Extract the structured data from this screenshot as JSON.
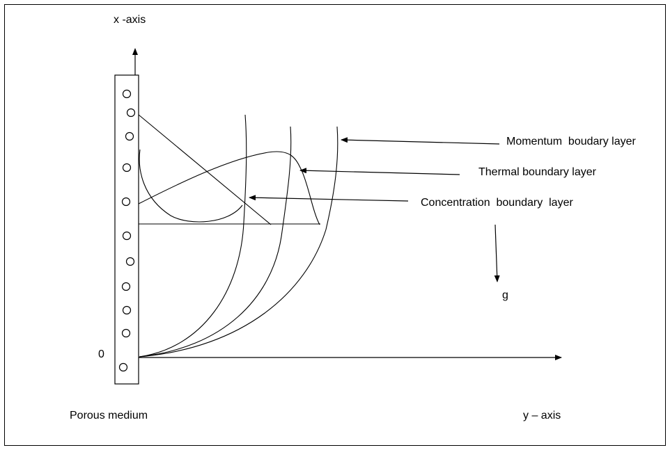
{
  "axes": {
    "x_axis_label": "x -axis",
    "y_axis_label": "y – axis",
    "origin_label": "0"
  },
  "labels": {
    "momentum": "Momentum  boudary layer",
    "thermal": "Thermal boundary layer",
    "concentration": "Concentration  boundary  layer",
    "gravity": "g",
    "porous": "Porous medium"
  },
  "colors": {
    "stroke": "#000000",
    "background": "#ffffff"
  }
}
